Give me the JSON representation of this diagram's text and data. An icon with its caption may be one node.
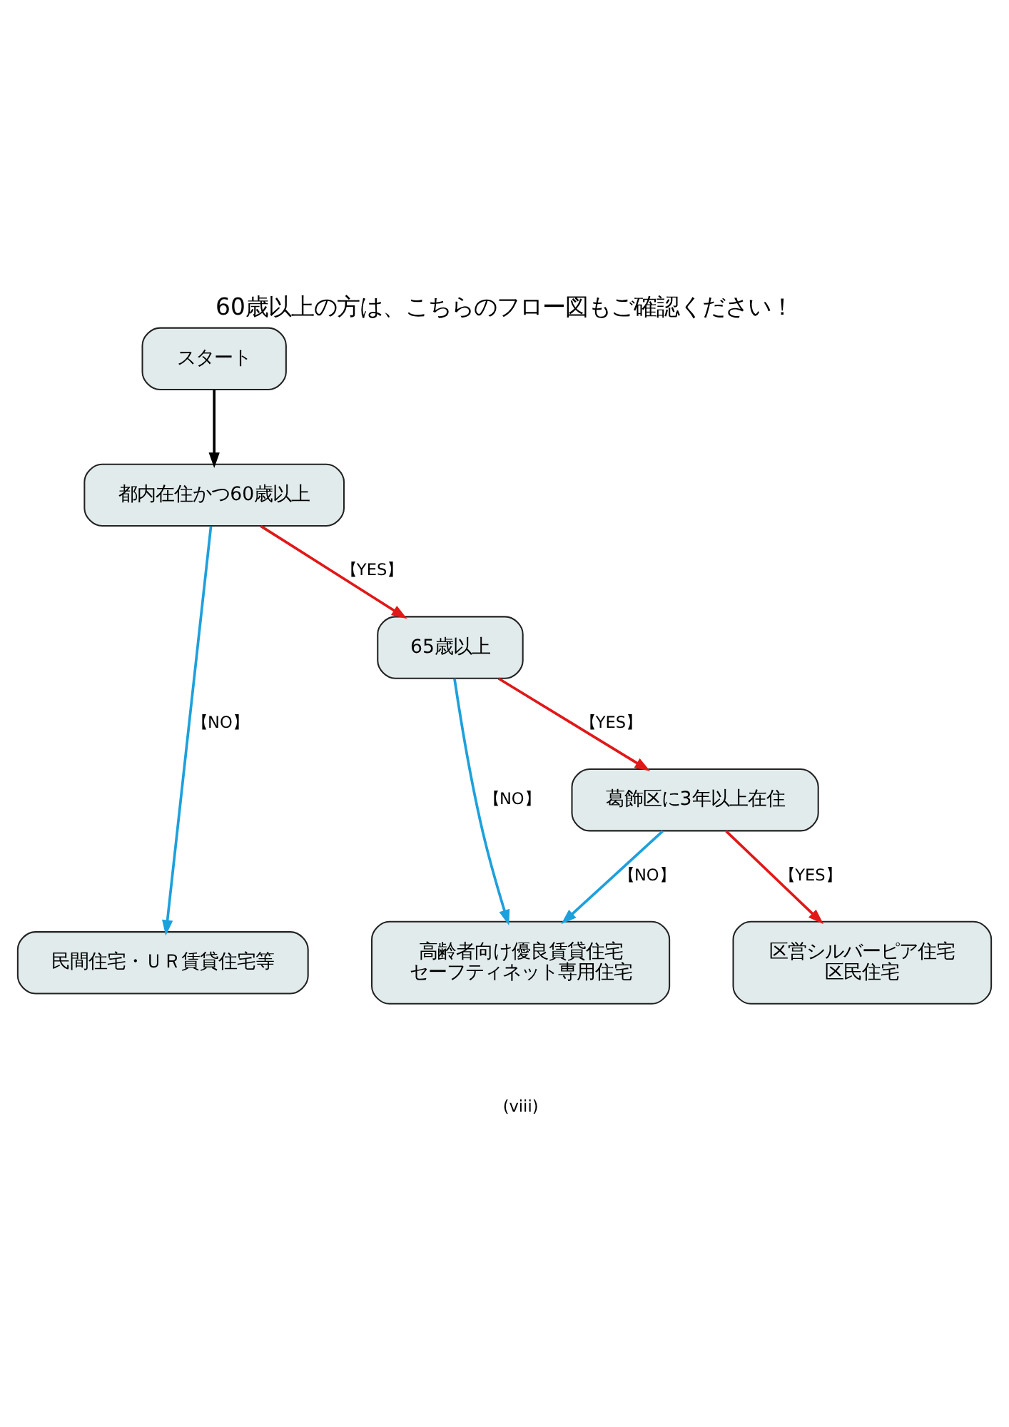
{
  "diagram": {
    "title": "60歳以上の方は、こちらのフロー図もご確認ください！",
    "nodes": [
      {
        "text": [
          "スタート"
        ]
      },
      {
        "text": [
          "都内在住かつ60歳以上"
        ]
      },
      {
        "text": [
          "65歳以上"
        ]
      },
      {
        "text": [
          "葛飾区に3年以上在住"
        ]
      },
      {
        "text": [
          "民間住宅・ＵＲ賃貸住宅等"
        ]
      },
      {
        "text": [
          "高齢者向け優良賃貸住宅",
          "セーフティネット専用住宅"
        ]
      },
      {
        "text": [
          "区営シルバーピア住宅",
          "区民住宅"
        ]
      }
    ],
    "edges": [
      {
        "from": 0,
        "to": 1,
        "arrow": "to",
        "color": "#000000"
      },
      {
        "from": 1,
        "to": 4,
        "arrow": "to",
        "label": "【NO】",
        "color": "#1ea0dc"
      },
      {
        "from": 1,
        "to": 2,
        "arrow": "to",
        "label": "【YES】",
        "color": "#e01818"
      },
      {
        "from": 2,
        "to": 5,
        "arrow": "to",
        "label": "【NO】",
        "color": "#1ea0dc"
      },
      {
        "from": 2,
        "to": 3,
        "arrow": "to",
        "label": "【YES】",
        "color": "#e01818"
      },
      {
        "from": 3,
        "to": 5,
        "arrow": "to",
        "label": "【NO】",
        "color": "#1ea0dc"
      },
      {
        "from": 3,
        "to": 6,
        "arrow": "to",
        "label": "【YES】",
        "color": "#e01818"
      }
    ],
    "labels": [
      "(viii)"
    ]
  }
}
